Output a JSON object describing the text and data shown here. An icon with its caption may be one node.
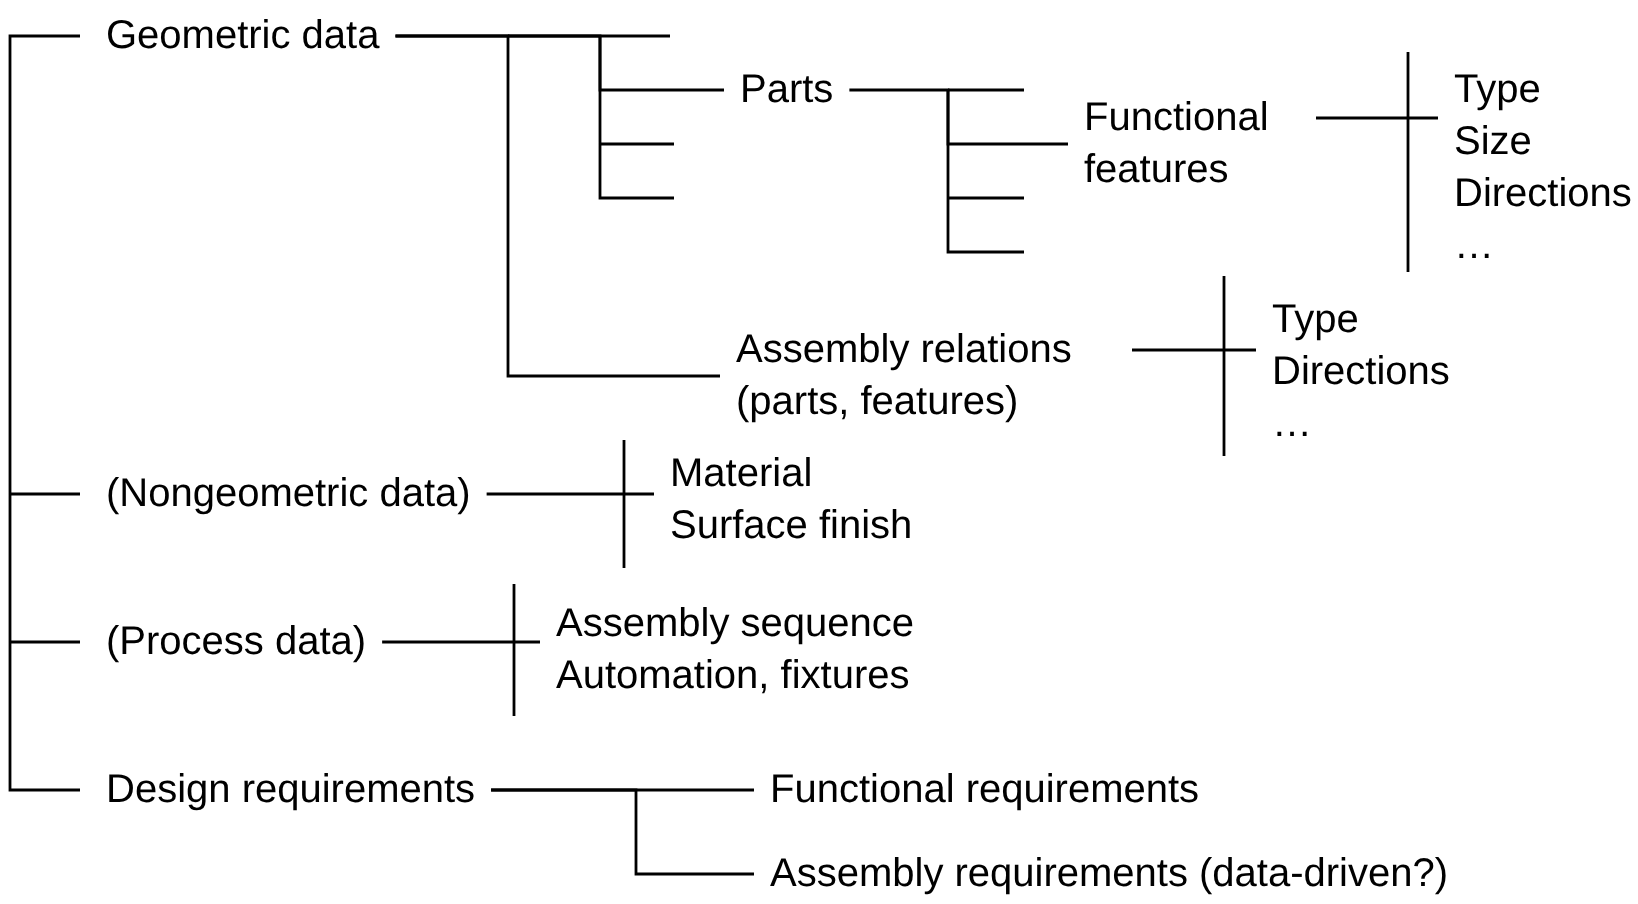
{
  "diagram": {
    "nodes": [
      {
        "text": [
          "Geometric data"
        ]
      },
      {
        "text": [
          "Parts"
        ]
      },
      {
        "text": [
          "Functional features"
        ]
      },
      {
        "text": [
          "Type Size Directions …"
        ]
      },
      {
        "text": [
          "Assembly relations (parts, features)"
        ]
      },
      {
        "text": [
          "Type Directions …"
        ]
      },
      {
        "text": [
          "(Nongeometric data)"
        ]
      },
      {
        "text": [
          "Material Surface finish"
        ]
      },
      {
        "text": [
          "(Process data)"
        ]
      },
      {
        "text": [
          "Assembly sequence Automation, fixtures"
        ]
      },
      {
        "text": [
          "Design requirements"
        ]
      },
      {
        "text": [
          "Functional requirements"
        ]
      },
      {
        "text": [
          "Assembly requirements (data-driven?)"
        ]
      }
    ],
    "edges": [
      {
        "from": 0,
        "to": 1,
        "arrow": "none"
      },
      {
        "from": 0,
        "to": 4,
        "arrow": "none"
      },
      {
        "from": 1,
        "to": 2,
        "arrow": "none"
      },
      {
        "from": 2,
        "to": 3,
        "arrow": "none"
      },
      {
        "from": 4,
        "to": 5,
        "arrow": "none"
      },
      {
        "from": 6,
        "to": 7,
        "arrow": "none"
      },
      {
        "from": 8,
        "to": 9,
        "arrow": "none"
      },
      {
        "from": 10,
        "to": 11,
        "arrow": "none"
      },
      {
        "from": 10,
        "to": 12,
        "arrow": "none"
      }
    ]
  }
}
